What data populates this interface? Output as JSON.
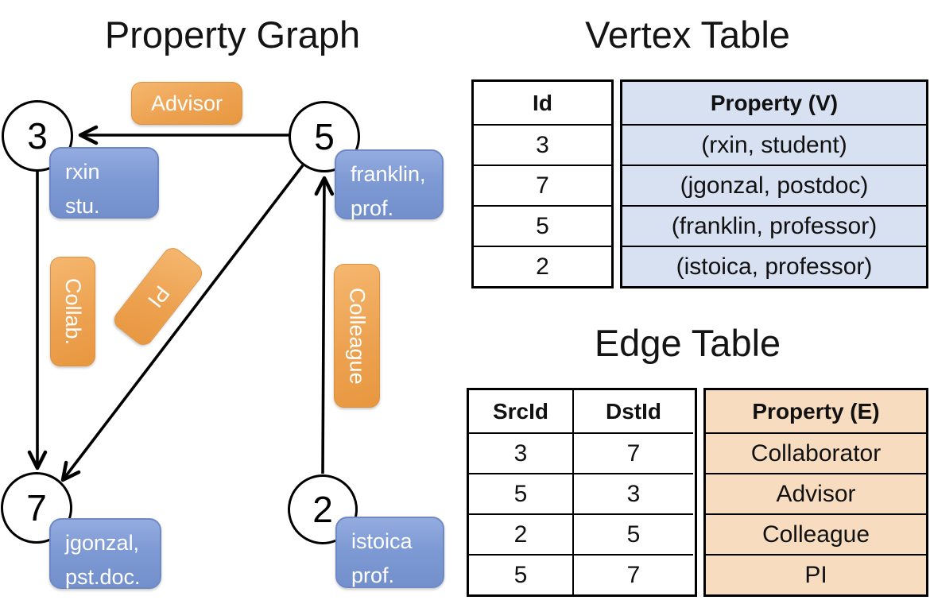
{
  "graph": {
    "title": "Property Graph",
    "nodes": [
      {
        "label": "3",
        "props": [
          "rxin",
          "stu."
        ]
      },
      {
        "label": "5",
        "props": [
          "franklin,",
          "prof."
        ]
      },
      {
        "label": "7",
        "props": [
          "jgonzal,",
          "pst.doc."
        ]
      },
      {
        "label": "2",
        "props": [
          "istoica",
          "prof."
        ]
      }
    ],
    "edge_labels": [
      "Advisor",
      "Collab.",
      "PI",
      "Colleague"
    ]
  },
  "vertex_table": {
    "title": "Vertex Table",
    "columns": [
      "Id",
      "Property (V)"
    ],
    "rows": [
      [
        "3",
        "(rxin, student)"
      ],
      [
        "7",
        "(jgonzal, postdoc)"
      ],
      [
        "5",
        "(franklin, professor)"
      ],
      [
        "2",
        "(istoica, professor)"
      ]
    ]
  },
  "edge_table": {
    "title": "Edge Table",
    "columns": [
      "SrcId",
      "DstId",
      "Property (E)"
    ],
    "rows": [
      [
        "3",
        "7",
        "Collaborator"
      ],
      [
        "5",
        "3",
        "Advisor"
      ],
      [
        "2",
        "5",
        "Colleague"
      ],
      [
        "5",
        "7",
        "PI"
      ]
    ]
  },
  "colors": {
    "property_box_blue": "#7E9AD4",
    "edge_label_orange": "#EDA251",
    "vertex_column_fill": "#D8E1F2",
    "edge_column_fill": "#F7DCC0",
    "line_black": "#000000"
  }
}
